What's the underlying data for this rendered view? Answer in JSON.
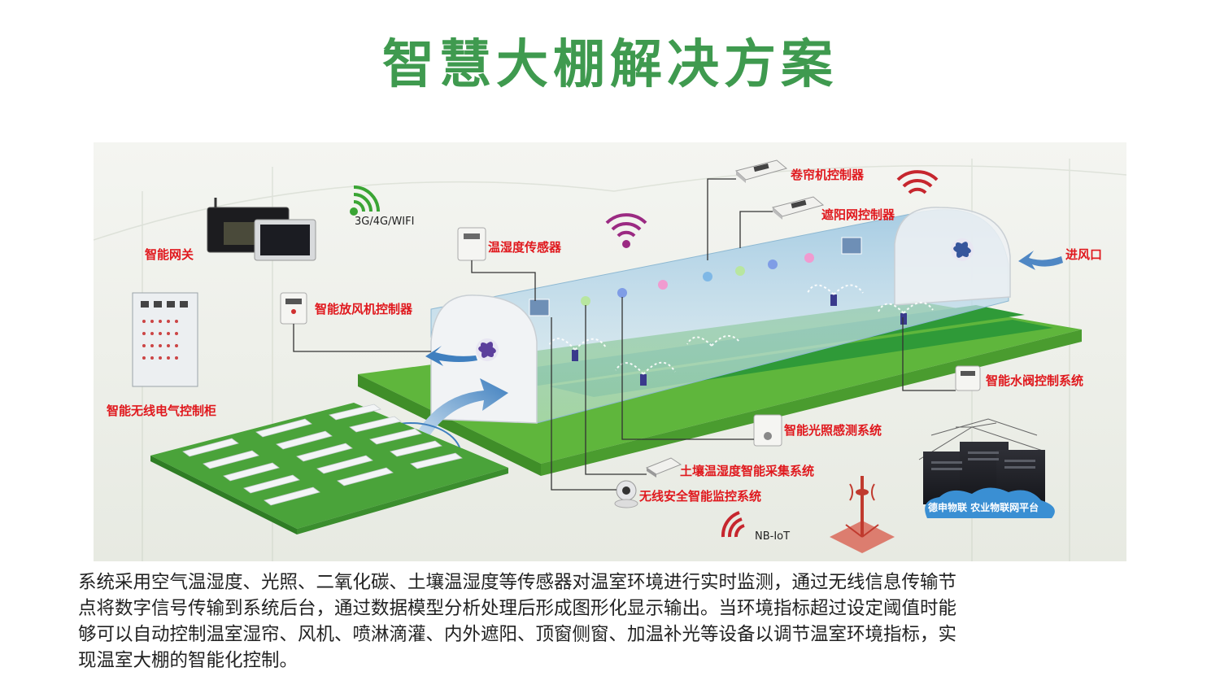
{
  "title": "智慧大棚解决方案",
  "labels": {
    "gateway": "智能网关",
    "network": "3G/4G/WIFI",
    "th_sensor": "温湿度传感器",
    "fan_ctrl": "智能放风机控制器",
    "cabinet": "智能无线电气控制柜",
    "curtain": "卷帘机控制器",
    "shade": "遮阳网控制器",
    "inlet": "进风口",
    "water_valve": "智能水阀控制系统",
    "light": "智能光照感测系统",
    "soil": "土壤温湿度智能采集系统",
    "camera": "无线安全智能监控系统",
    "nbiot": "NB-IoT",
    "platform": "德申物联 农业物联网平台"
  },
  "description": [
    "系统采用空气温湿度、光照、二氧化碳、土壤温湿度等传感器对温室环境进行实时监测，通过无线信息传输节",
    "点将数字信号传输到系统后台，通过数据模型分析处理后形成图形化显示输出。当环境指标超过设定阈值时能",
    "够可以自动控制温室湿帘、风机、喷淋滴灌、内外遮阳、顶窗侧窗、加温补光等设备以调节温室环境指标，实",
    "现温室大棚的智能化控制。"
  ],
  "colors": {
    "title": "#3f9a4f",
    "label": "#e0191e",
    "grass": "#5fb63c",
    "cover": "#bcd9ea",
    "wifi_green": "#3aa534",
    "wireless_red": "#c6262e",
    "wireless_purple": "#9b2a82"
  }
}
